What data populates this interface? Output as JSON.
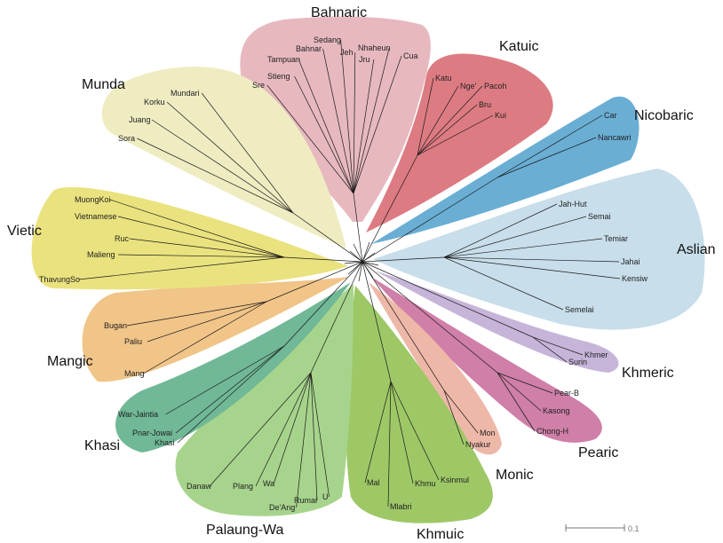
{
  "groups": [
    {
      "key": "bahnaric",
      "name": "Bahnaric",
      "color": "#e7b9bf",
      "leaves": [
        "Sedang",
        "Bahnar",
        "Tampuan",
        "Jeh",
        "Nhaheun",
        "Jru",
        "Cua",
        "Stieng",
        "Sre"
      ]
    },
    {
      "key": "katuic",
      "name": "Katuic",
      "color": "#dd7b82",
      "leaves": [
        "Katu",
        "Nge'",
        "Pacoh",
        "Bru",
        "Kui"
      ]
    },
    {
      "key": "nicobaric",
      "name": "Nicobaric",
      "color": "#6aaed4",
      "leaves": [
        "Car",
        "Nancawri"
      ]
    },
    {
      "key": "aslian",
      "name": "Aslian",
      "color": "#c8deea",
      "leaves": [
        "Jah-Hut",
        "Semai",
        "Temiar",
        "Jahai",
        "Kensiw",
        "Semelai"
      ]
    },
    {
      "key": "khmeric",
      "name": "Khmeric",
      "color": "#c6b5d9",
      "leaves": [
        "Khmer",
        "Surin"
      ]
    },
    {
      "key": "pearic",
      "name": "Pearic",
      "color": "#cf7fa8",
      "leaves": [
        "Pear-B",
        "Kasong",
        "Chong-H"
      ]
    },
    {
      "key": "monic",
      "name": "Monic",
      "color": "#eeb8a9",
      "leaves": [
        "Mon",
        "Nyakur"
      ]
    },
    {
      "key": "khmuic",
      "name": "Khmuic",
      "color": "#9ec866",
      "leaves": [
        "Mal",
        "Khmu",
        "Ksinmul",
        "Mlabri"
      ]
    },
    {
      "key": "palaung-wa",
      "name": "Palaung-Wa",
      "color": "#a7d48c",
      "leaves": [
        "Danaw",
        "Plang",
        "Wa",
        "De'Ang",
        "Rumai",
        "U"
      ]
    },
    {
      "key": "khasi",
      "name": "Khasi",
      "color": "#70b896",
      "leaves": [
        "War-Jaintia",
        "Pnar-Jowai",
        "Khasi"
      ]
    },
    {
      "key": "mangic",
      "name": "Mangic",
      "color": "#f1c488",
      "leaves": [
        "Bugan",
        "Paliu",
        "Mang"
      ]
    },
    {
      "key": "vietic",
      "name": "Vietic",
      "color": "#eae27e",
      "leaves": [
        "MuongKoi",
        "Vietnamese",
        "Ruc",
        "Malieng",
        "ThavungSo"
      ]
    },
    {
      "key": "munda",
      "name": "Munda",
      "color": "#efecc2",
      "leaves": [
        "Mundari",
        "Korku",
        "Juang",
        "Sora"
      ]
    }
  ],
  "scale_bar": {
    "label": "0.1",
    "length": 0.1
  }
}
